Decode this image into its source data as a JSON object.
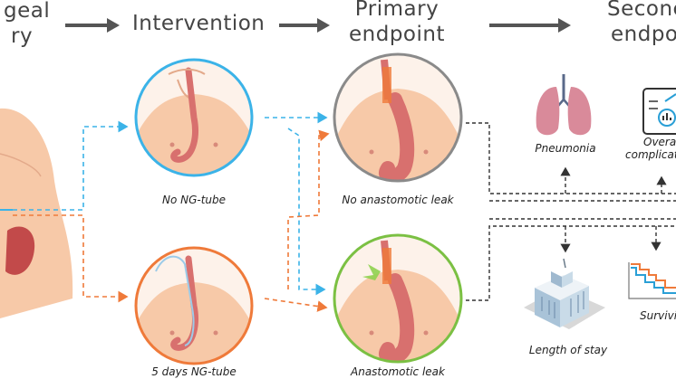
{
  "headers": {
    "surgery_l1": "geal",
    "surgery_l2": "ry",
    "intervention": "Intervention",
    "primary_l1": "Primary",
    "primary_l2": "endpoint",
    "secondary_l1": "Seconc",
    "secondary_l2": "endpoi"
  },
  "captions": {
    "no_ng_tube": "No NG-tube",
    "ng_tube": "5 days NG-tube",
    "no_leak": "No anastomotic leak",
    "leak": "Anastomotic leak",
    "pneumonia": "Pneumonia",
    "complications_l1": "Overa",
    "complications_l2": "complicat",
    "length_of_stay": "Length of stay",
    "survival": "Survivi"
  },
  "colors": {
    "blue": "#3bb3e8",
    "orange": "#ef7a3a",
    "gray": "#8a8a8a",
    "green": "#7bc043",
    "dark": "#333333",
    "skin": "#f7c9a8",
    "esophagus": "#d8706e"
  }
}
